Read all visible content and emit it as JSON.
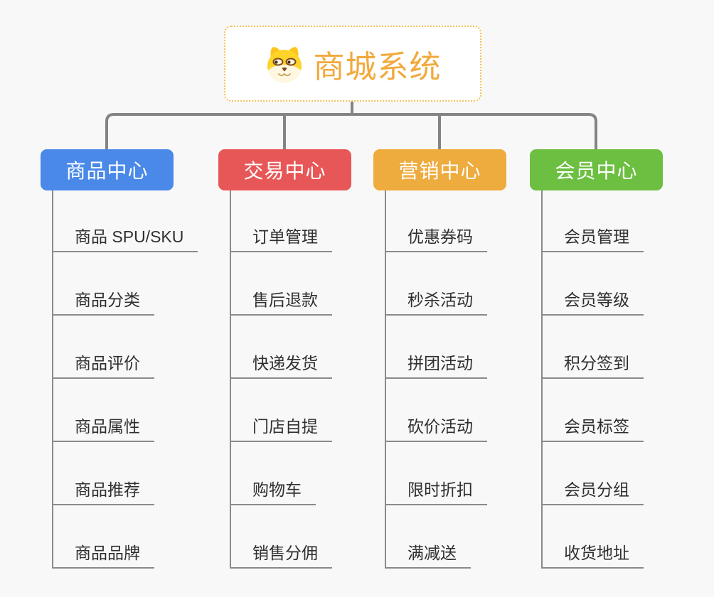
{
  "page": {
    "background": "#f8f8f8",
    "connector_color": "#848484",
    "spine_color": "#8a8a8a"
  },
  "root": {
    "title": "商城系统",
    "icon": "dog-icon",
    "title_color": "#f2a93c",
    "border_color": "#f5c158"
  },
  "branches": [
    {
      "label": "商品中心",
      "color": "#4a89e8",
      "items": [
        "商品 SPU/SKU",
        "商品分类",
        "商品评价",
        "商品属性",
        "商品推荐",
        "商品品牌"
      ]
    },
    {
      "label": "交易中心",
      "color": "#e85757",
      "items": [
        "订单管理",
        "售后退款",
        "快递发货",
        "门店自提",
        "购物车",
        "销售分佣"
      ]
    },
    {
      "label": "营销中心",
      "color": "#eeab3e",
      "items": [
        "优惠券码",
        "秒杀活动",
        "拼团活动",
        "砍价活动",
        "限时折扣",
        "满减送"
      ]
    },
    {
      "label": "会员中心",
      "color": "#6cbf41",
      "items": [
        "会员管理",
        "会员等级",
        "积分签到",
        "会员标签",
        "会员分组",
        "收货地址"
      ]
    }
  ]
}
